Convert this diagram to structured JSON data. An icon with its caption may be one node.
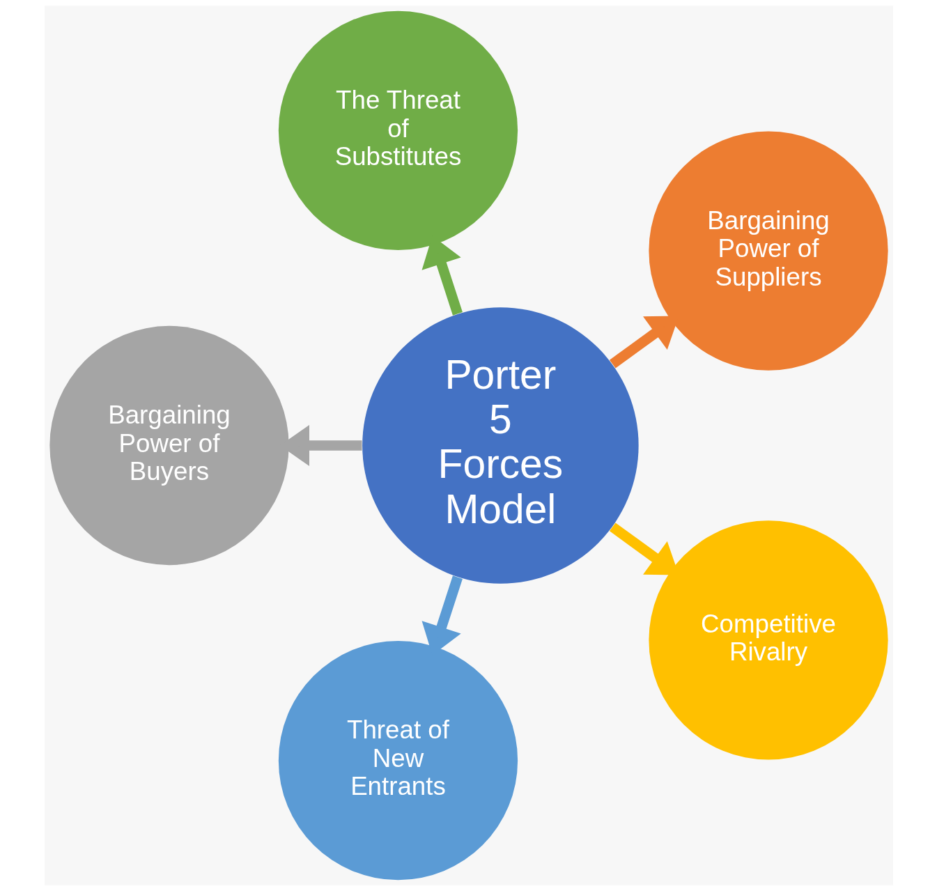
{
  "diagram": {
    "nodes": [
      {
        "text": [
          "Porter 5 Forces Model"
        ]
      },
      {
        "text": [
          "Bargaining Power of Suppliers"
        ]
      },
      {
        "text": [
          "The Threat of Substitutes"
        ]
      },
      {
        "text": [
          "Bargaining Power of Buyers"
        ]
      },
      {
        "text": [
          "Threat of New Entrants"
        ]
      },
      {
        "text": [
          "Competitive Rivalry"
        ]
      }
    ],
    "edges": [
      {
        "from": 0,
        "to": 1,
        "arrow": "to",
        "color": "#ed7d31"
      },
      {
        "from": 0,
        "to": 2,
        "arrow": "to",
        "color": "#70ad47"
      },
      {
        "from": 0,
        "to": 3,
        "arrow": "to",
        "color": "#a5a5a5"
      },
      {
        "from": 0,
        "to": 4,
        "arrow": "to",
        "color": "#5b9bd5"
      },
      {
        "from": 0,
        "to": 5,
        "arrow": "to",
        "color": "#ffc000"
      }
    ]
  }
}
